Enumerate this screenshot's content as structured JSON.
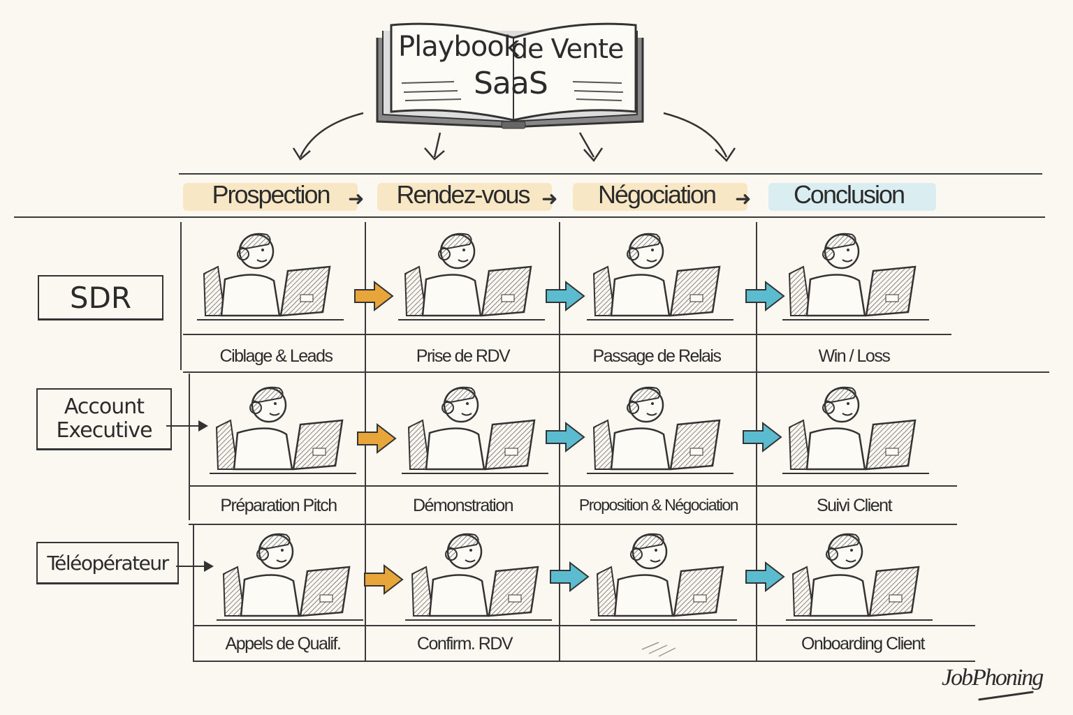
{
  "book": {
    "title_line1_a": "Playbook",
    "title_line1_b": "de Vente",
    "title_line2": "SaaS"
  },
  "stages": [
    {
      "label": "Prospection",
      "highlight": "#f5d9a0"
    },
    {
      "label": "Rendez-vous",
      "highlight": "#f5d9a0"
    },
    {
      "label": "Négociation",
      "highlight": "#f5d9a0"
    },
    {
      "label": "Conclusion",
      "highlight": "#bfe3ee"
    }
  ],
  "roles": [
    {
      "label": "SDR"
    },
    {
      "label": "Account Executive"
    },
    {
      "label": "Téléopérateur"
    }
  ],
  "cells": {
    "sdr": [
      "Ciblage & Leads",
      "Prise de RDV",
      "Passage de Relais",
      "Win / Loss"
    ],
    "ae": [
      "Préparation Pitch",
      "Démonstration",
      "Proposition & Négociation",
      "Suivi Client"
    ],
    "tele": [
      "Appels de Qualif.",
      "Confirm. RDV",
      "",
      "Onboarding Client"
    ]
  },
  "arrow_colors": {
    "orange": "#e8a63a",
    "blue": "#5bbccf"
  },
  "brand": "JobPhoning"
}
